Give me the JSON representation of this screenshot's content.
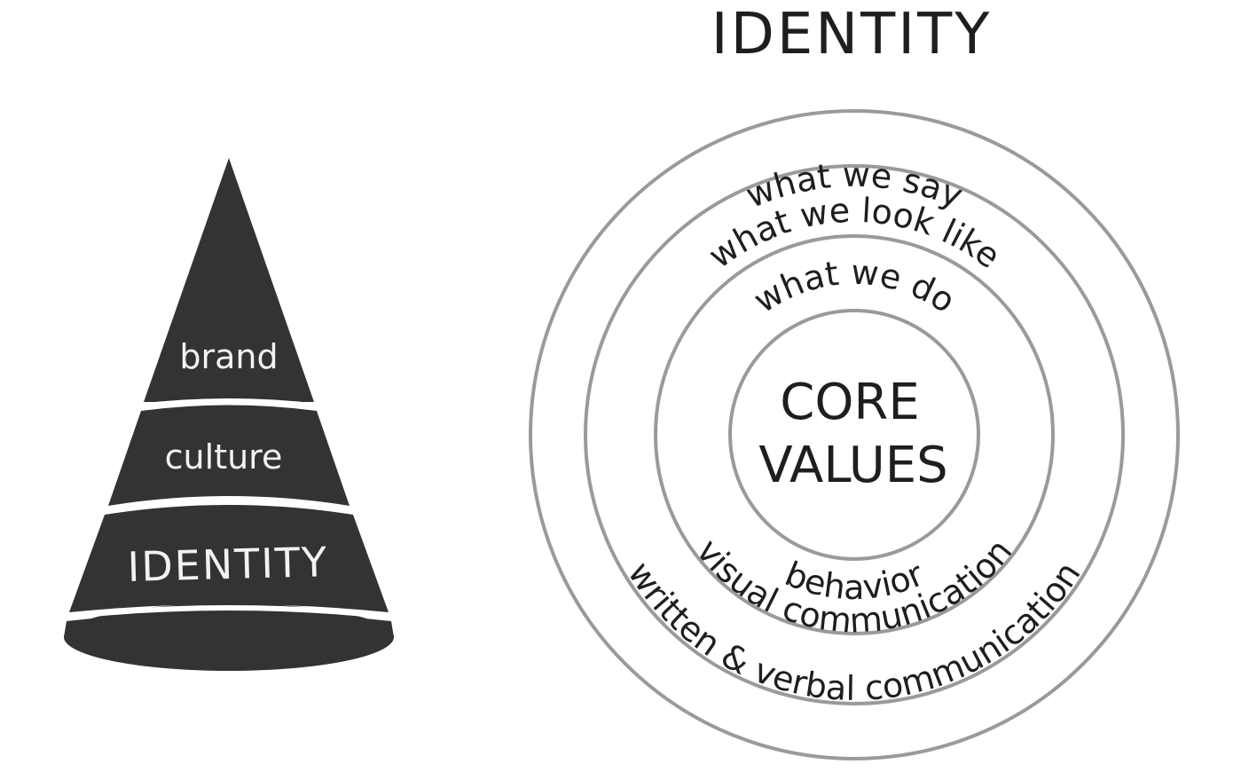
{
  "title": "IDENTITY",
  "cone": {
    "layers": [
      {
        "label": "brand"
      },
      {
        "label": "culture"
      },
      {
        "label": "IDENTITY"
      }
    ]
  },
  "rings": {
    "core": [
      "CORE",
      "VALUES"
    ],
    "inner": {
      "top": "what we do",
      "bottom": "behavior"
    },
    "middle": {
      "top": "what we look like",
      "bottom": "visual communication"
    },
    "outer": {
      "top": "what we say",
      "bottom": "written & verbal communication"
    }
  },
  "colors": {
    "cone_fill": "#333333",
    "cone_divider": "#ffffff",
    "ring_stroke": "#9a9a9a",
    "text": "#1e1e1e"
  }
}
